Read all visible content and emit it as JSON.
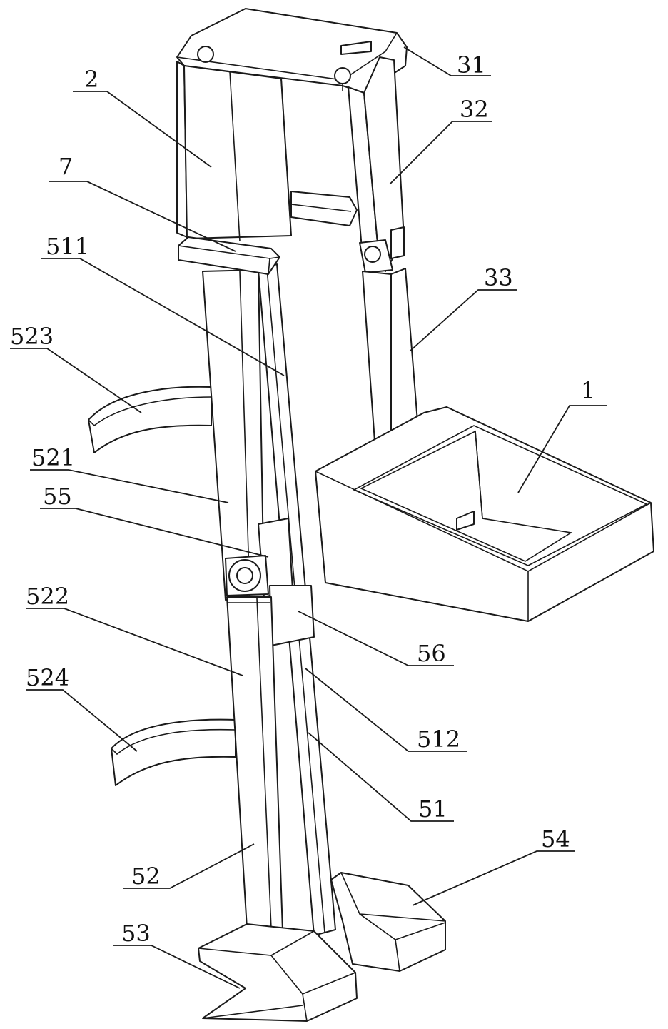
{
  "drawing": {
    "labels": {
      "l31": "31",
      "l32": "32",
      "l2": "2",
      "l7": "7",
      "l511": "511",
      "l33": "33",
      "l523": "523",
      "l1": "1",
      "l521": "521",
      "l55": "55",
      "l522": "522",
      "l56": "56",
      "l524": "524",
      "l512": "512",
      "l51": "51",
      "l54": "54",
      "l52": "52",
      "l53": "53"
    }
  }
}
